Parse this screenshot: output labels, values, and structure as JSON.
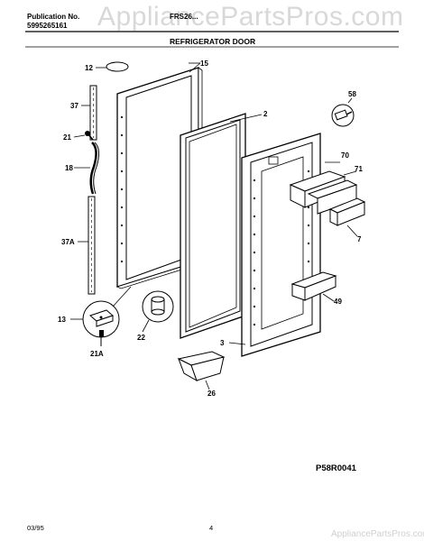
{
  "header": {
    "publication_label": "Publication No.",
    "publication_number": "5995265161",
    "model": "FRS26...",
    "section_title": "REFRIGERATOR DOOR"
  },
  "watermark": {
    "main": "AppliancePartsPros.com",
    "footer": "AppliancePartsPros.com"
  },
  "callouts": {
    "c12": "12",
    "c15": "15",
    "c37": "37",
    "c21": "21",
    "c18": "18",
    "c37a": "37A",
    "c2": "2",
    "c58": "58",
    "c70": "70",
    "c71": "71",
    "c7": "7",
    "c13": "13",
    "c22": "22",
    "c21a": "21A",
    "c49": "49",
    "c3": "3",
    "c26": "26"
  },
  "diagram_code": "P58R0041",
  "footer": {
    "date": "03/95",
    "page": "4"
  }
}
